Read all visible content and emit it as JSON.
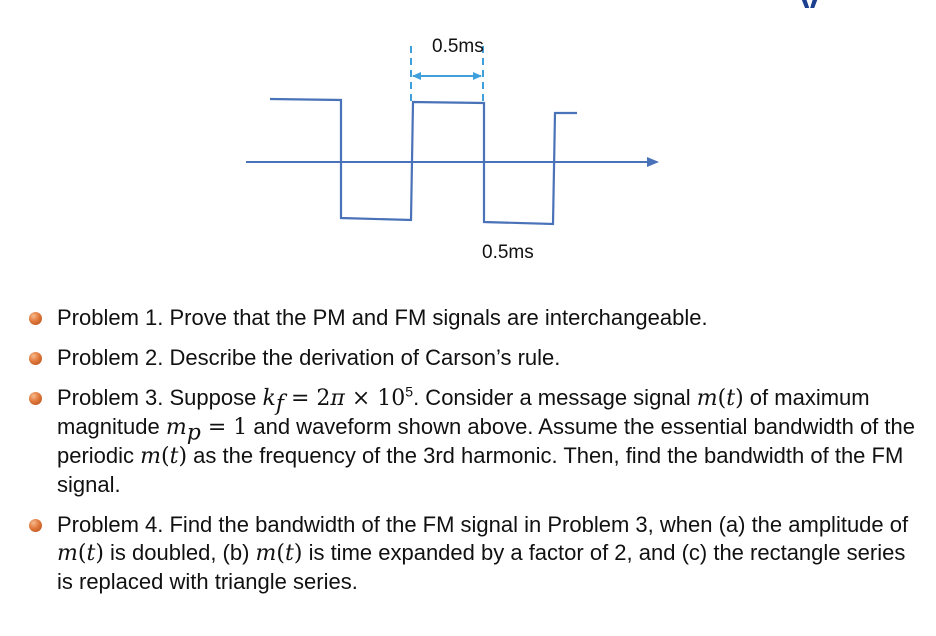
{
  "colors": {
    "title": "#1c3f8f",
    "signal": "#4a72b8",
    "axis": "#4a72b8",
    "dimension": "#40a0dc",
    "bullet": "#e0783c",
    "text": "#111111"
  },
  "title_fragment": "y",
  "diagram": {
    "top_label": "0.5ms",
    "bottom_label": "0.5ms"
  },
  "bullets": {
    "p1": "Problem 1. Prove that the PM and FM signals are interchangeable.",
    "p2": "Problem 2. Describe the derivation of Carson’s rule.",
    "p3": {
      "t1": "Problem 3. Suppose ",
      "k": "k",
      "k_sub": "f",
      "eq1": " = 2",
      "pi": "π",
      "times": " × 10",
      "exp": "5",
      "t2": ". Consider a message signal ",
      "m": "m",
      "paren_open": "(",
      "t": "t",
      "paren_close": ")",
      "t3": " of maximum magnitude ",
      "mp": "m",
      "mp_sub": "p",
      "eq2": " = 1",
      "t4": " and waveform shown above. Assume the essential bandwidth of the periodic ",
      "t5": " as the frequency of the 3rd harmonic. Then, find the bandwidth of the FM signal."
    },
    "p4": {
      "t1": "Problem 4. Find the bandwidth of the FM signal in Problem 3, when (a) the amplitude of ",
      "t2": " is doubled, (b) ",
      "t3": " is time expanded by a factor of 2, and (c) the rectangle series is replaced with triangle series."
    }
  }
}
